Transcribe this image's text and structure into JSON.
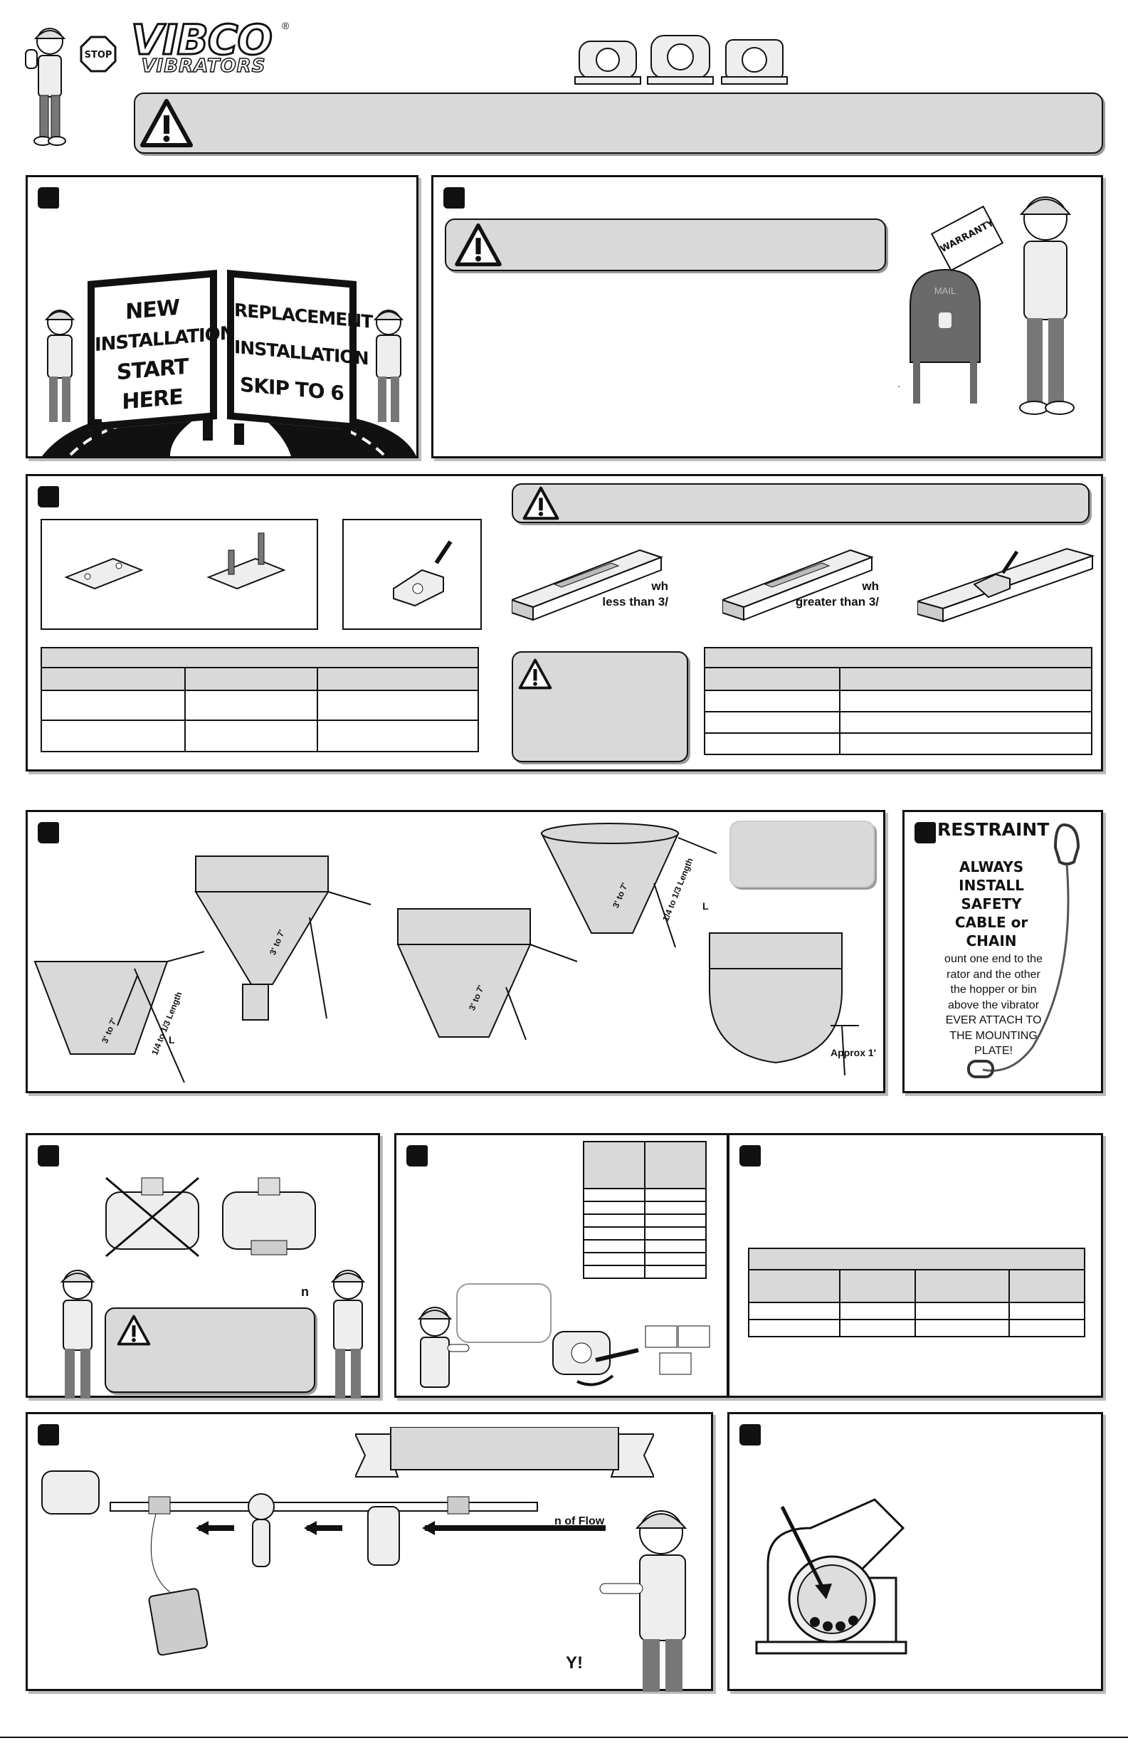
{
  "brand": {
    "name": "VIBCO",
    "sub": "VIBRATORS",
    "reg": "®",
    "stop_sign": "STOP"
  },
  "section2": {
    "sign_left": [
      "NEW",
      "INSTALLATION",
      "START",
      "HERE"
    ],
    "sign_right": [
      "REPLACEMENT",
      "INSTALLATION",
      "SKIP TO 6"
    ]
  },
  "section3": {
    "warranty_card": "WARRANTY",
    "mailbox": "MAIL",
    "dot": "."
  },
  "section4": {
    "note_less": [
      "wh",
      "less than 3/"
    ],
    "note_greater": [
      "wh",
      "greater than 3/"
    ]
  },
  "section5": {
    "dim_short": "3' to 7'",
    "dim_long": "1/4 to 1/3 Length",
    "dim_L": "L",
    "approx": "Approx 1'"
  },
  "restraint": {
    "title": "RESTRAINT",
    "headline": [
      "ALWAYS",
      "INSTALL",
      "SAFETY",
      "CABLE or",
      "CHAIN"
    ],
    "body": [
      "ount one end to the",
      "rator and the other",
      "the hopper or bin",
      "above the vibrator",
      "EVER ATTACH TO",
      "THE MOUNTING",
      "PLATE!"
    ]
  },
  "section7": {
    "fragment": "n"
  },
  "section9": {
    "flow": "n of Flow",
    "shout": "Y!"
  },
  "colors": {
    "panel_grey": "#d9d9d9",
    "ink": "#111111"
  }
}
